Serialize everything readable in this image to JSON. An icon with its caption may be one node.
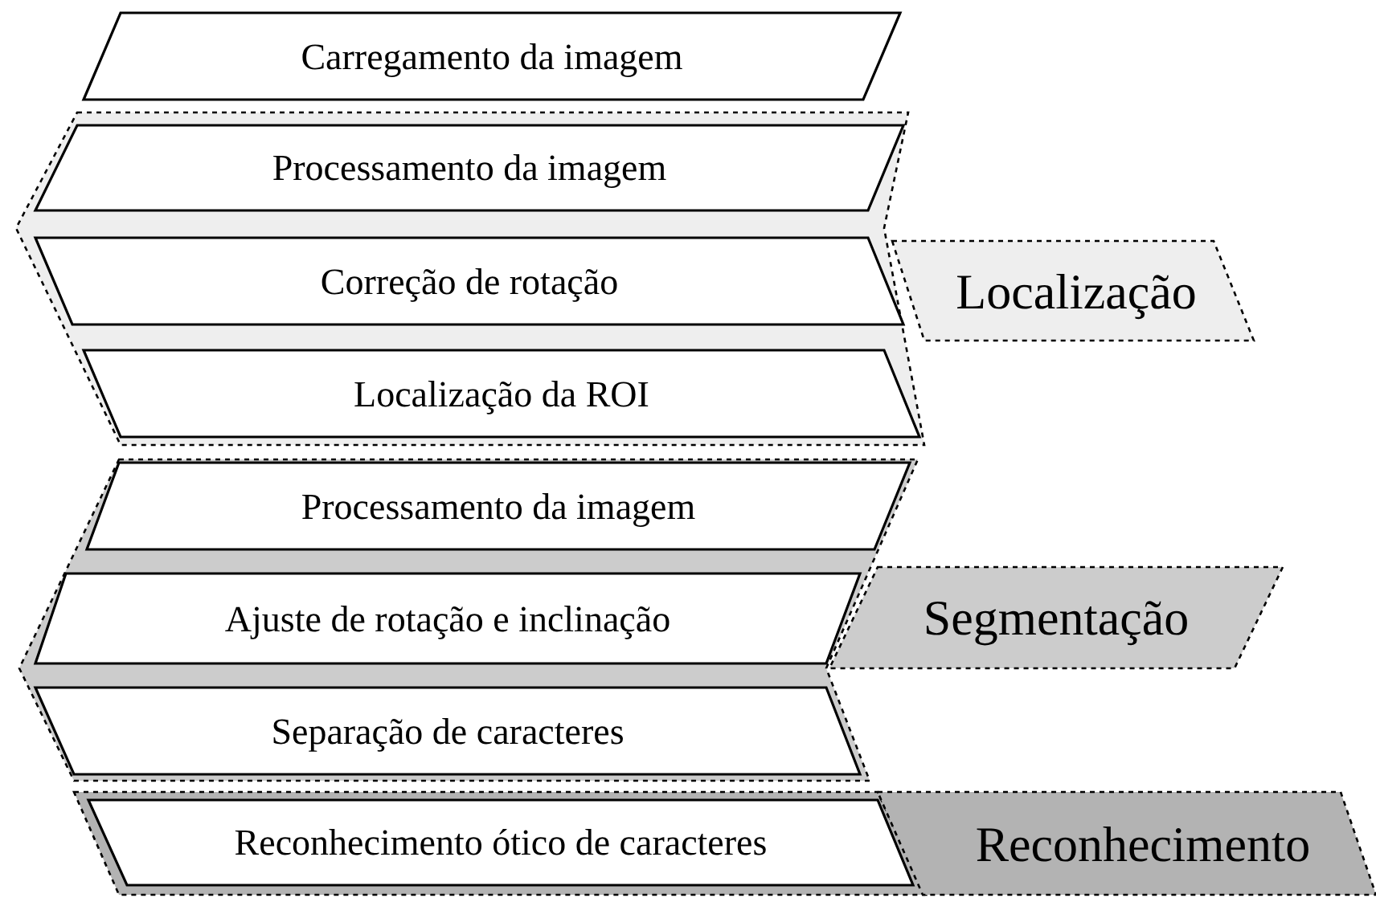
{
  "diagram": {
    "nodes": [
      {
        "text": [
          "Carregamento da imagem"
        ]
      },
      {
        "text": [],
        "shape": "band"
      },
      {
        "text": [
          "Processamento da imagem"
        ],
        "in": 1
      },
      {
        "text": [
          "Correção de rotação"
        ],
        "in": 1
      },
      {
        "text": [
          "Localização da ROI"
        ],
        "in": 1
      },
      {
        "text": [
          "Localização"
        ]
      },
      {
        "text": [],
        "shape": "band"
      },
      {
        "text": [
          "Processamento da imagem"
        ],
        "in": 6
      },
      {
        "text": [
          "Ajuste de rotação e inclinação"
        ],
        "in": 6
      },
      {
        "text": [
          "Separação de caracteres"
        ],
        "in": 6
      },
      {
        "text": [
          "Segmentação"
        ]
      },
      {
        "text": [],
        "shape": "band"
      },
      {
        "text": [
          "Reconhecimento ótico de caracteres"
        ],
        "in": 11
      },
      {
        "text": [
          "Reconhecimento"
        ]
      }
    ]
  }
}
